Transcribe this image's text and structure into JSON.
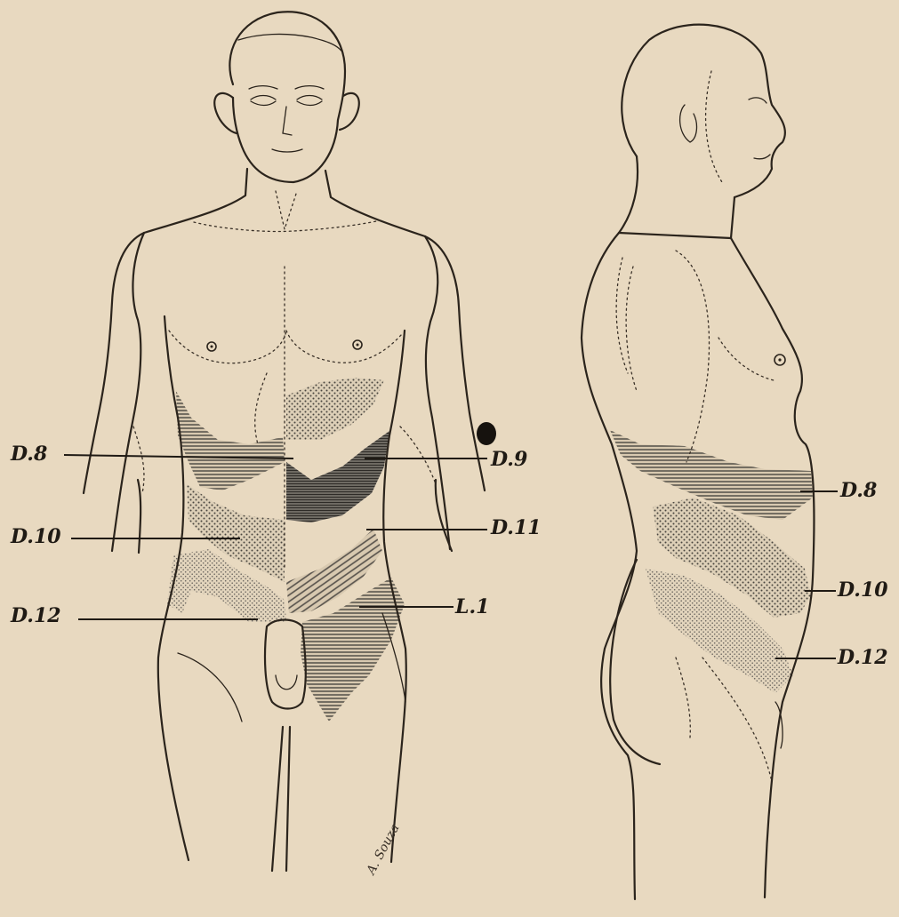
{
  "labels": {
    "front_left": [
      "D.8",
      "D.10",
      "D.12"
    ],
    "front_right": [
      "D.9",
      "D.11",
      "L.1"
    ],
    "side": [
      "D.8",
      "D.10",
      "D.12"
    ]
  },
  "signature": "A. Souza",
  "colors": {
    "paper": "#e8d9c0",
    "ink": "#2b241c",
    "hatch_dark": "#3c3934",
    "hatch_mid": "#6b6660"
  }
}
